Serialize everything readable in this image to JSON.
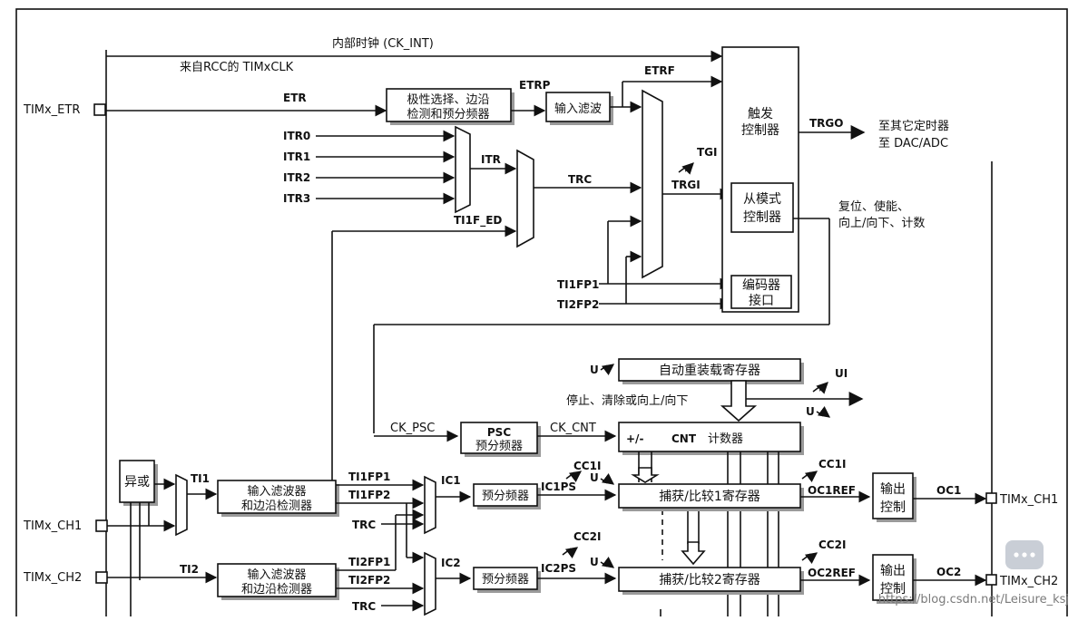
{
  "left_signals": {
    "ck_int": "内部时钟 (CK_INT)",
    "rcc": "来自RCC的 TIMxCLK",
    "etr_pin": "TIMx_ETR",
    "etr": "ETR",
    "ch1_pin": "TIMx_CH1",
    "ch2_pin": "TIMx_CH2"
  },
  "trigger": {
    "polarity_line1": "极性选择、边沿",
    "polarity_line2": "检测和预分频器",
    "etrp": "ETRP",
    "input_filter": "输入滤波",
    "etrf": "ETRF",
    "itr0": "ITR0",
    "itr1": "ITR1",
    "itr2": "ITR2",
    "itr3": "ITR3",
    "itr": "ITR",
    "ti1f_ed": "TI1F_ED",
    "trc": "TRC",
    "tgi": "TGI",
    "trgi": "TRGI",
    "ti1fp1": "TI1FP1",
    "ti2fp2": "TI2FP2"
  },
  "controller": {
    "trigger_ctrl_line1": "触发",
    "trigger_ctrl_line2": "控制器",
    "trgo": "TRGO",
    "out_line1": "至其它定时器",
    "out_line2": "至 DAC/ADC",
    "slave_line1": "从模式",
    "slave_line2": "控制器",
    "slave_out_line1": "复位、使能、",
    "slave_out_line2": "向上/向下、计数",
    "encoder_line1": "编码器",
    "encoder_line2": "接口"
  },
  "counter": {
    "u_arr": "U",
    "arr": "自动重装载寄存器",
    "stop_clear": "停止、清除或向上/向下",
    "ui": "UI",
    "u_out": "U",
    "ck_psc": "CK_PSC",
    "psc_line1": "PSC",
    "psc_line2": "预分频器",
    "ck_cnt": "CK_CNT",
    "cnt_pm": "+/-",
    "cnt_bold": "CNT",
    "cnt_rest": "计数器"
  },
  "channel1": {
    "xor": "异或",
    "ti1": "TI1",
    "filter_line1": "输入滤波器",
    "filter_line2": "和边沿检测器",
    "ti1fp1": "TI1FP1",
    "ti1fp2": "TI1FP2",
    "trc": "TRC",
    "ic1": "IC1",
    "prescaler": "预分频器",
    "ic1ps": "IC1PS",
    "cc1i_in": "CC1I",
    "u": "U",
    "capture": "捕获/比较1寄存器",
    "cc1i_out": "CC1I",
    "oc1ref": "OC1REF",
    "out_ctrl_line1": "输出",
    "out_ctrl_line2": "控制",
    "oc1": "OC1",
    "pin": "TIMx_CH1"
  },
  "channel2": {
    "ti2": "TI2",
    "filter_line1": "输入滤波器",
    "filter_line2": "和边沿检测器",
    "ti2fp1": "TI2FP1",
    "ti2fp2": "TI2FP2",
    "trc": "TRC",
    "ic2": "IC2",
    "prescaler": "预分频器",
    "ic2ps": "IC2PS",
    "cc2i_in": "CC2I",
    "u": "U",
    "capture": "捕获/比较2寄存器",
    "cc2i_out": "CC2I",
    "oc2ref": "OC2REF",
    "out_ctrl_line1": "输出",
    "out_ctrl_line2": "控制",
    "oc2": "OC2",
    "pin": "TIMx_CH2"
  },
  "watermark": "https://blog.csdn.net/Leisure_ksj"
}
